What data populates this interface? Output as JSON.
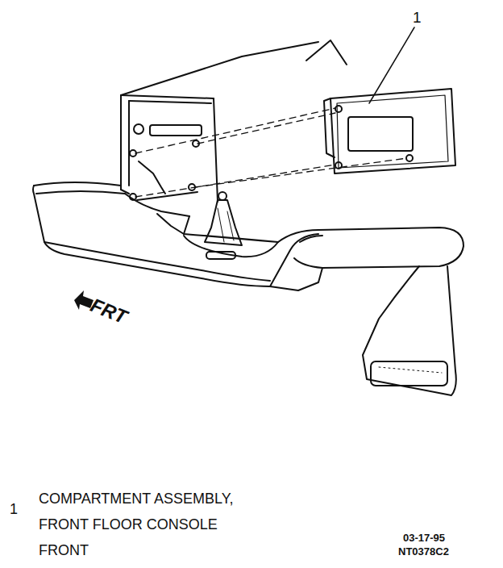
{
  "diagram": {
    "labels": [
      "1",
      "FRT",
      "1",
      "COMPARTMENT ASSEMBLY, FRONT FLOOR CONSOLE FRONT",
      "03-17-95",
      "NT0378C2"
    ]
  }
}
